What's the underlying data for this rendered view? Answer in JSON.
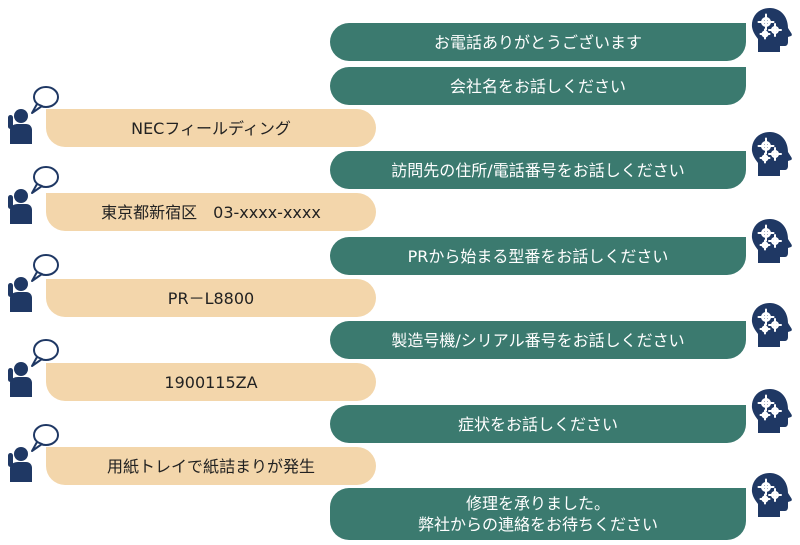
{
  "system_messages": [
    "お電話ありがとうございます",
    "会社名をお話しください",
    "訪問先の住所/電話番号をお話しください",
    "PRから始まる型番をお話しください",
    "製造号機/シリアル番号をお話しください",
    "症状をお話しください",
    "修理を承りました。\n弊社からの連絡をお待ちください"
  ],
  "user_messages": [
    "NECフィールディング",
    "東京都新宿区　03-xxxx-xxxx",
    "PR－L8800",
    "1900115ZA",
    "用紙トレイで紙詰まりが発生"
  ],
  "colors": {
    "system_bubble": "#3b7a6f",
    "user_bubble": "#f3d6ab",
    "icon": "#1f3864"
  },
  "icons": {
    "system": "robot-head-gears-icon",
    "user": "person-phone-speech-icon"
  }
}
